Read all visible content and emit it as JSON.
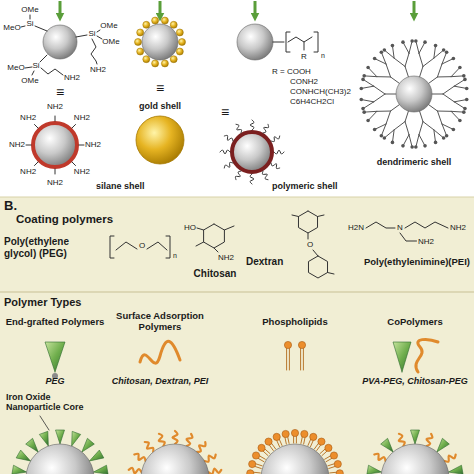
{
  "diagram": {
    "nodes": [
      {
        "text": [
          "B.",
          "Coating polymers"
        ]
      },
      {
        "text": [
          "Polymer Types"
        ],
        "in": 0
      }
    ],
    "labels": [
      "OMe",
      "Si",
      "MeO",
      "Si",
      "OMe",
      "OMe",
      "NH2",
      "MeO",
      "Si",
      "OMe",
      "NH2",
      "≡",
      "NH2",
      "NH2",
      "NH2",
      "NH2",
      "NH2",
      "NH2",
      "NH2",
      "NH2",
      "silane shell",
      "≡",
      "gold shell",
      "R",
      "n",
      "R = COOH",
      "CONH2",
      "CONHCH(CH3)2",
      "C6H4CH2Cl",
      "≡",
      "polymeric shell",
      "dendrimeric shell",
      "Poly(ethylene glycol) (PEG)",
      "O",
      "n",
      "HO",
      "NH2",
      "Chitosan",
      "Dextran",
      "O",
      "H2N",
      "N",
      "NH2",
      "NH2",
      "Poly(ethylenimine)(PEI)",
      "End-grafted Polymers",
      "Surface Adsorption Polymers",
      "Phospholipids",
      "CoPolymers",
      "PEG",
      "Chitosan, Dextran, PEI",
      "PVA-PEG, Chitosan-PEG",
      "Iron Oxide Nanoparticle Core"
    ]
  }
}
